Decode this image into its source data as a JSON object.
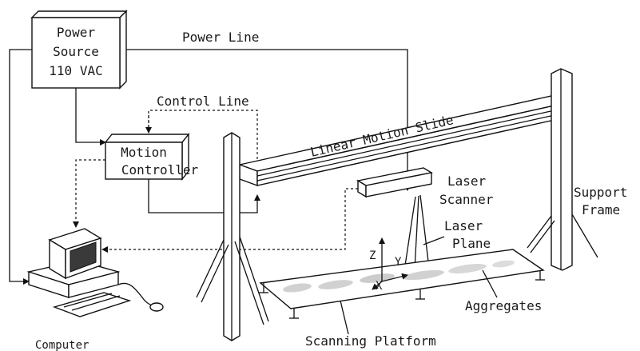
{
  "labels": {
    "power_source": [
      "Power",
      "Source",
      "110 VAC"
    ],
    "power_line": "Power Line",
    "control_line": "Control Line",
    "motion_controller": [
      "Motion",
      "Controller"
    ],
    "linear_motion_slide": "Linear Motion Slide",
    "laser_scanner": [
      "Laser",
      "Scanner"
    ],
    "support_frame": [
      "Support",
      "Frame"
    ],
    "laser_plane": [
      "Laser",
      "Plane"
    ],
    "axis_z": "Z",
    "axis_y": "Y",
    "axis_x": "X",
    "aggregates": "Aggregates",
    "computer": "Computer",
    "scanning_platform": "Scanning Platform"
  },
  "colors": {
    "ink": "#111111",
    "background": "#ffffff",
    "screen": "#3a3a3a",
    "aggregate_dots": "#9a9a9a"
  },
  "icons": {
    "computer": "desktop-computer-icon",
    "mouse": "mouse-icon"
  }
}
